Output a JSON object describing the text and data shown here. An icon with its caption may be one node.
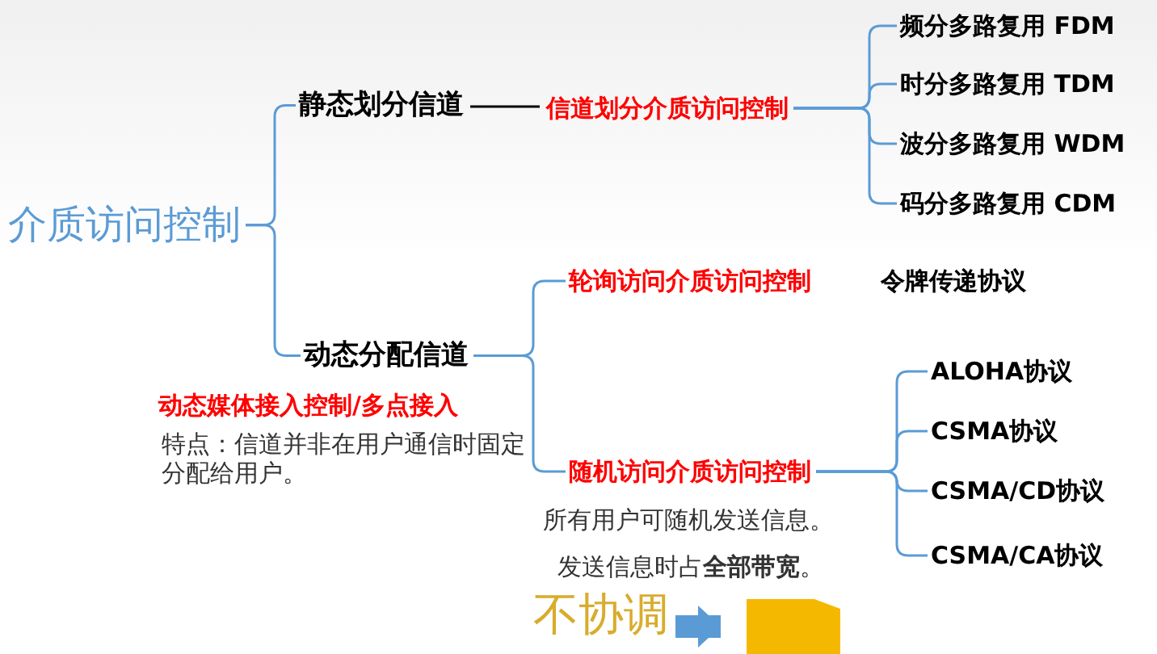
{
  "diagram": {
    "nodes": [
      {
        "text": [
          "介质访问控制"
        ]
      },
      {
        "text": [
          "静态划分信道"
        ]
      },
      {
        "text": [
          "信道划分介质访问控制"
        ]
      },
      {
        "text": [
          "频分多路复用 FDM"
        ]
      },
      {
        "text": [
          "时分多路复用 TDM"
        ]
      },
      {
        "text": [
          "波分多路复用 WDM"
        ]
      },
      {
        "text": [
          "码分多路复用 CDM"
        ]
      },
      {
        "text": [
          "动态分配信道"
        ],
        "beside": [
          "动态媒体接入控制/多点接入",
          "特点：信道并非在用户通信时固定分配给用户。"
        ]
      },
      {
        "text": [
          "轮询访问介质访问控制"
        ],
        "beside": [
          "令牌传递协议"
        ]
      },
      {
        "text": [
          "随机访问介质访问控制"
        ],
        "beside": [
          "所有用户可随机发送信息。",
          "发送信息时占**全部带宽**。"
        ]
      },
      {
        "text": [
          "ALOHA协议"
        ]
      },
      {
        "text": [
          "CSMA协议"
        ]
      },
      {
        "text": [
          "CSMA/CD协议"
        ]
      },
      {
        "text": [
          "CSMA/CA协议"
        ]
      },
      {
        "text": [
          "不协调"
        ]
      },
      {
        "text": [],
        "shape": "box"
      }
    ],
    "edges": [
      {
        "from": 0,
        "to": 1,
        "arrow": "none"
      },
      {
        "from": 0,
        "to": 7,
        "arrow": "none"
      },
      {
        "from": 1,
        "to": 2,
        "arrow": "none",
        "color": "#000000"
      },
      {
        "from": 2,
        "to": 3,
        "arrow": "none"
      },
      {
        "from": 2,
        "to": 4,
        "arrow": "none"
      },
      {
        "from": 2,
        "to": 5,
        "arrow": "none"
      },
      {
        "from": 2,
        "to": 6,
        "arrow": "none"
      },
      {
        "from": 7,
        "to": 8,
        "arrow": "none"
      },
      {
        "from": 7,
        "to": 9,
        "arrow": "none"
      },
      {
        "from": 9,
        "to": 10,
        "arrow": "none"
      },
      {
        "from": 9,
        "to": 11,
        "arrow": "none"
      },
      {
        "from": 9,
        "to": 12,
        "arrow": "none"
      },
      {
        "from": 9,
        "to": 13,
        "arrow": "none"
      },
      {
        "from": 14,
        "to": 15,
        "arrow": "to",
        "style": "thick"
      }
    ]
  }
}
